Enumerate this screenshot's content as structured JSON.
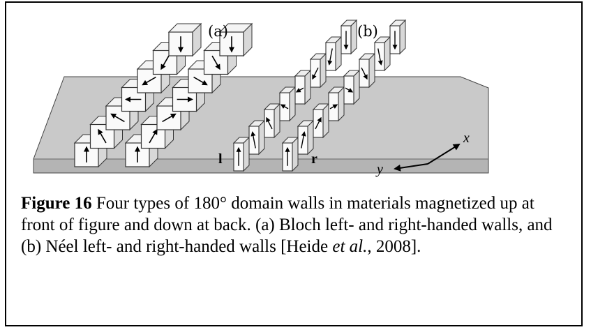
{
  "figure": {
    "panel_labels": [
      "(a)",
      "(b)"
    ],
    "wall_labels": [
      "l",
      "r"
    ],
    "axis_labels": {
      "x": "x",
      "y": "y"
    }
  },
  "caption": {
    "label": "Figure 16",
    "text_before_italic": " Four types of 180° domain walls in materials magnetized up at front of figure and down at back.  (a) Bloch left- and right-handed walls, and (b) Néel left- and right-handed walls [Heide ",
    "italic": "et al.",
    "text_after_italic": ", 2008]."
  }
}
